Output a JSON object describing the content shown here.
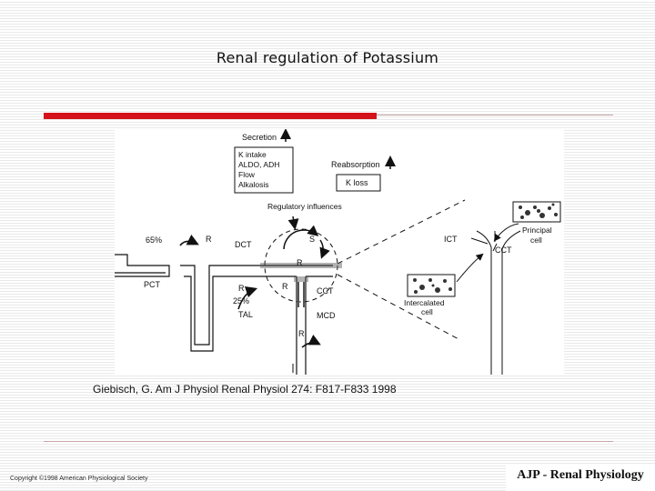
{
  "slide": {
    "title": "Renal regulation of Potassium",
    "citation": "Giebisch, G. Am J Physiol Renal Physiol 274: F817-F833 1998",
    "copyright": "Copyright ©1998 American Physiological Society",
    "journal": "AJP - Renal Physiology"
  },
  "figure": {
    "secretion": "Secretion",
    "factors": [
      "K intake",
      "ALDO, ADH",
      "Flow",
      "Alkalosis"
    ],
    "reabsorption": "Reabsorption",
    "k_loss": "K loss",
    "regulatory": "Regulatory influences",
    "pct_pct": "65%",
    "tal_pct": "25%",
    "labels": {
      "r": "R",
      "s": "S",
      "dct": "DCT",
      "pct": "PCT",
      "tal": "TAL",
      "cct": "CCT",
      "mcd": "MCD",
      "ict": "ICT",
      "cct2": "CCT",
      "principal": "Principal",
      "cell": "cell",
      "intercalated": "Intercalated",
      "cell2": "cell"
    }
  },
  "colors": {
    "accent": "#d4121b",
    "rule": "#c9a5a5"
  }
}
